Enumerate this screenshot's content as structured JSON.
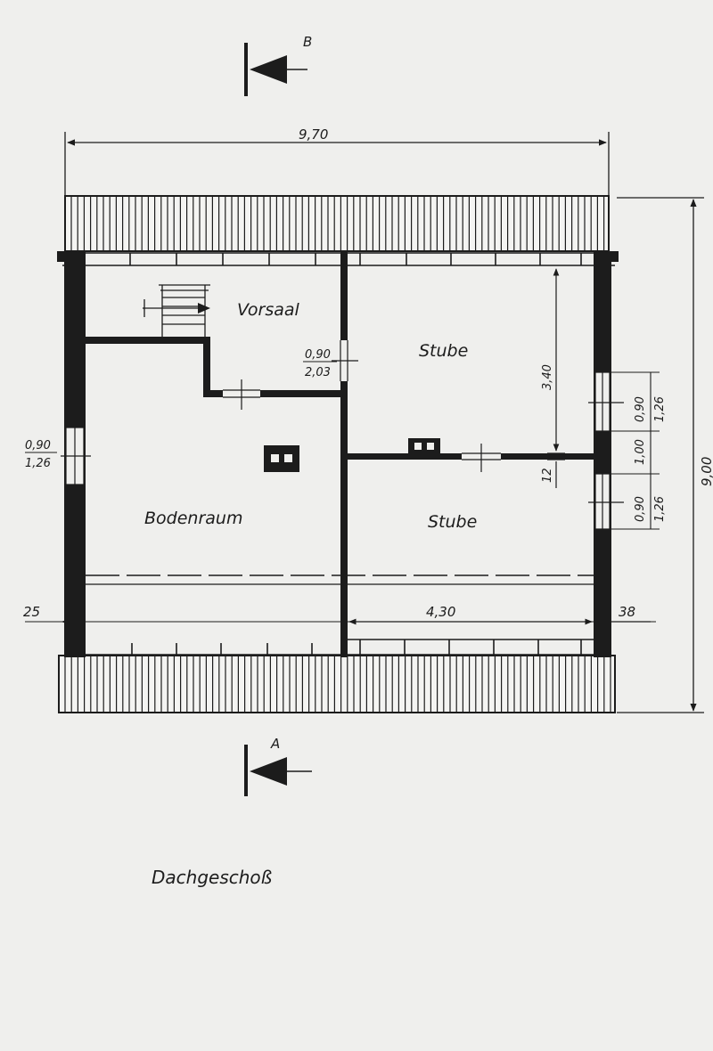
{
  "section_markers": {
    "top": "B",
    "bottom": "A"
  },
  "dimensions": {
    "overall_width": "9,70",
    "overall_depth": "9,00",
    "room_depth": "3,40",
    "partition": "12",
    "right_room_width": "4,30",
    "left_wall": "25",
    "right_wall": "38",
    "left_window": {
      "width": "0,90",
      "height": "1,26"
    },
    "door": {
      "width": "0,90",
      "height": "2,03"
    },
    "right_window_upper": {
      "width": "0,90",
      "height": "1,26"
    },
    "right_pier": "1,00",
    "right_window_lower": {
      "width": "0,90",
      "height": "1,26"
    }
  },
  "rooms": {
    "vorsaal": "Vorsaal",
    "stube_upper": "Stube",
    "stube_lower": "Stube",
    "bodenraum": "Bodenraum"
  },
  "title": "Dachgeschoß",
  "colors": {
    "paper": "#efefed",
    "ink": "#1c1c1c"
  }
}
